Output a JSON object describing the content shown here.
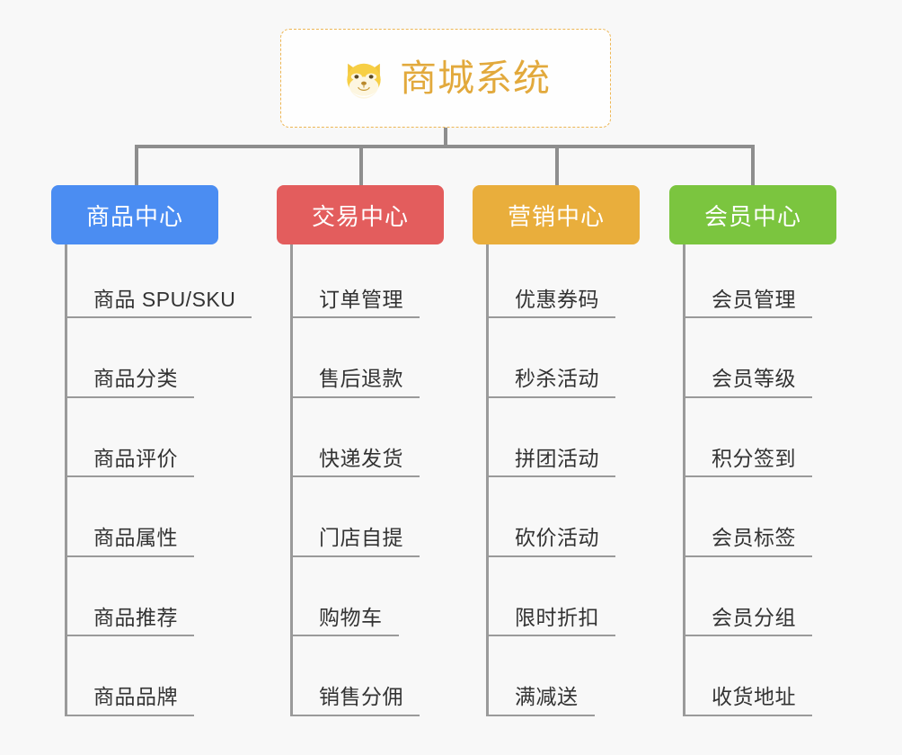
{
  "root": {
    "title": "商城系统",
    "icon": "shiba-inu-dog-emoji",
    "accent_color": "#e2a93c",
    "border_color": "#edb654"
  },
  "categories": [
    {
      "label": "商品中心",
      "color": "#4b8df2",
      "items": [
        "商品 SPU/SKU",
        "商品分类",
        "商品评价",
        "商品属性",
        "商品推荐",
        "商品品牌"
      ]
    },
    {
      "label": "交易中心",
      "color": "#e35d5d",
      "items": [
        "订单管理",
        "售后退款",
        "快递发货",
        "门店自提",
        "购物车",
        "销售分佣"
      ]
    },
    {
      "label": "营销中心",
      "color": "#e9ae3c",
      "items": [
        "优惠券码",
        "秒杀活动",
        "拼团活动",
        "砍价活动",
        "限时折扣",
        "满减送"
      ]
    },
    {
      "label": "会员中心",
      "color": "#7bc53f",
      "items": [
        "会员管理",
        "会员等级",
        "积分签到",
        "会员标签",
        "会员分组",
        "收货地址"
      ]
    }
  ],
  "layout": {
    "background": "#f8f8f8",
    "connector_color": "#8e8e8e",
    "leaf_line_color": "#9a9a9a",
    "leaf_text_color": "#333333"
  }
}
